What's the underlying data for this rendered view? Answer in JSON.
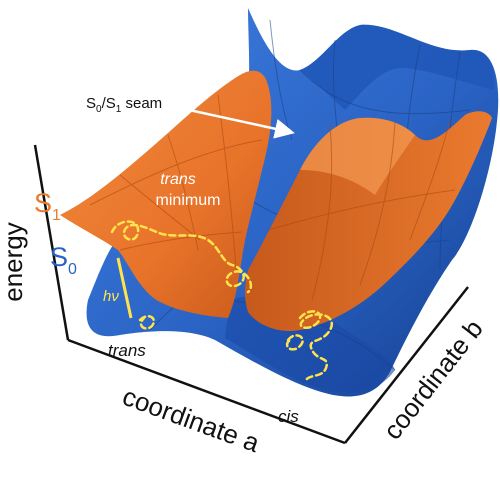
{
  "labels": {
    "s1_main": "S",
    "s1_sub": "1",
    "s0_main": "S",
    "s0_sub": "0",
    "seam_s": "S",
    "seam_sub0": "0",
    "seam_slash": "/S",
    "seam_sub1": "1",
    "seam_word": " seam",
    "trans_minimum_italic": "trans",
    "trans_minimum_word": "minimum",
    "energy": "energy",
    "coordinate_a": "coordinate a",
    "coordinate_b": "coordinate b",
    "trans": "trans",
    "cis": "cis",
    "hv": "hν"
  },
  "colors": {
    "s0_surface": "#2a63c4",
    "s1_surface": "#ea7a2e",
    "path": "#ffe34d",
    "excitation": "#ffe34d",
    "axis": "#111111",
    "seam_arrow": "#ffffff"
  }
}
